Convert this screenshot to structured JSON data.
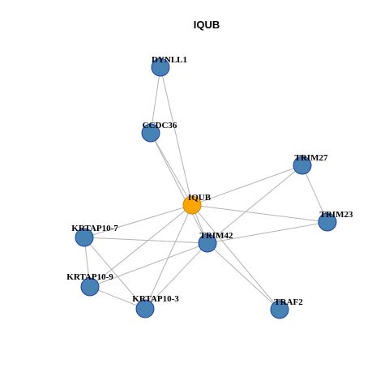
{
  "title": "IQUB",
  "colors": {
    "center_fill": "#FFA500",
    "center_stroke": "#CC8400",
    "node_fill": "#4682B4",
    "node_stroke": "#1F3FA8",
    "edge": "#B3B3B3"
  },
  "nodes": [
    {
      "id": "IQUB",
      "label": "IQUB",
      "center": true
    },
    {
      "id": "DYNLL1",
      "label": "DYNLL1"
    },
    {
      "id": "CCDC36",
      "label": "CCDC36"
    },
    {
      "id": "TRIM27",
      "label": "TRIM27"
    },
    {
      "id": "TRIM23",
      "label": "TRIM23"
    },
    {
      "id": "TRIM42",
      "label": "TRIM42"
    },
    {
      "id": "KRTAP10-7",
      "label": "KRTAP10-7"
    },
    {
      "id": "KRTAP10-9",
      "label": "KRTAP10-9"
    },
    {
      "id": "KRTAP10-3",
      "label": "KRTAP10-3"
    },
    {
      "id": "TRAF2",
      "label": "TRAF2"
    }
  ],
  "edges": [
    [
      "DYNLL1",
      "CCDC36"
    ],
    [
      "DYNLL1",
      "IQUB"
    ],
    [
      "CCDC36",
      "IQUB"
    ],
    [
      "CCDC36",
      "TRIM42"
    ],
    [
      "IQUB",
      "TRIM27"
    ],
    [
      "IQUB",
      "TRIM23"
    ],
    [
      "IQUB",
      "TRIM42"
    ],
    [
      "IQUB",
      "KRTAP10-7"
    ],
    [
      "IQUB",
      "KRTAP10-9"
    ],
    [
      "IQUB",
      "KRTAP10-3"
    ],
    [
      "IQUB",
      "TRAF2"
    ],
    [
      "TRIM27",
      "TRIM23"
    ],
    [
      "TRIM27",
      "TRIM42"
    ],
    [
      "TRIM23",
      "TRIM42"
    ],
    [
      "TRIM42",
      "KRTAP10-7"
    ],
    [
      "TRIM42",
      "KRTAP10-9"
    ],
    [
      "TRIM42",
      "KRTAP10-3"
    ],
    [
      "TRIM42",
      "TRAF2"
    ],
    [
      "KRTAP10-7",
      "KRTAP10-9"
    ],
    [
      "KRTAP10-7",
      "KRTAP10-3"
    ],
    [
      "KRTAP10-9",
      "KRTAP10-3"
    ]
  ]
}
